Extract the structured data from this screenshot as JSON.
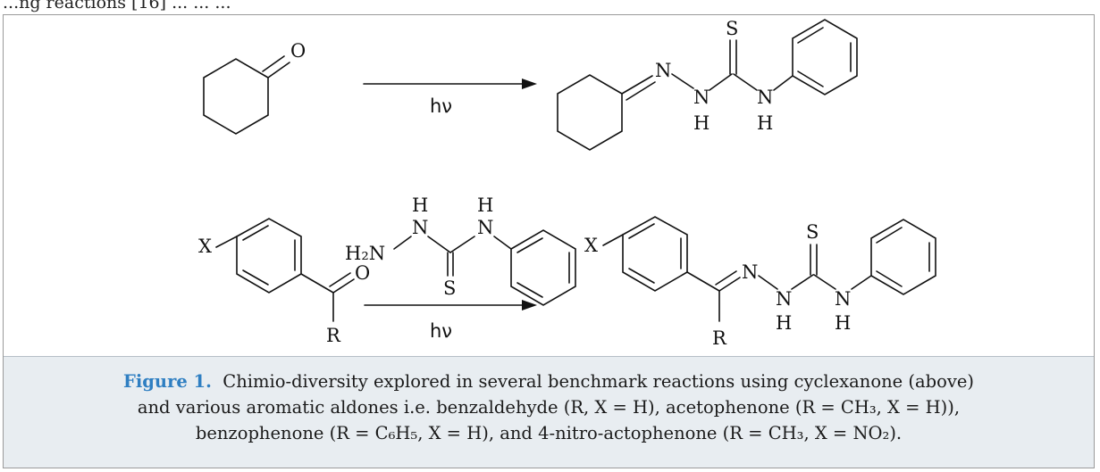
{
  "top_text": "...ng reactions [16] ... ... ...",
  "scheme": {
    "reaction1": {
      "reagent_label": "hν",
      "product_atoms": {
        "n1": "N",
        "n2": "N",
        "h1": "H",
        "s": "S",
        "n3": "N",
        "h2": "H"
      },
      "reactant_atoms": {
        "o": "O"
      }
    },
    "reaction2": {
      "reagent_label": "hν",
      "reactant_atoms": {
        "x": "X",
        "o": "O",
        "r": "R"
      },
      "reagent_atoms": {
        "h1": "H",
        "h2": "H",
        "h2n": "H₂N",
        "n1": "N",
        "n2": "N",
        "s": "S"
      },
      "product_atoms": {
        "x": "X",
        "n1": "N",
        "n2": "N",
        "h1": "H",
        "s": "S",
        "n3": "N",
        "h2": "H",
        "r": "R"
      }
    }
  },
  "caption": {
    "label": "Figure 1.",
    "line1": "Chimio-diversity explored in several benchmark reactions using cyclexanone (above)",
    "line2": "and various aromatic aldones i.e. benzaldehyde (R, X = H), acetophenone (R = CH₃, X = H)),",
    "line3": "benzophenone (R = C₆H₅, X = H), and 4-nitro-actophenone (R = CH₃, X = NO₂)."
  }
}
